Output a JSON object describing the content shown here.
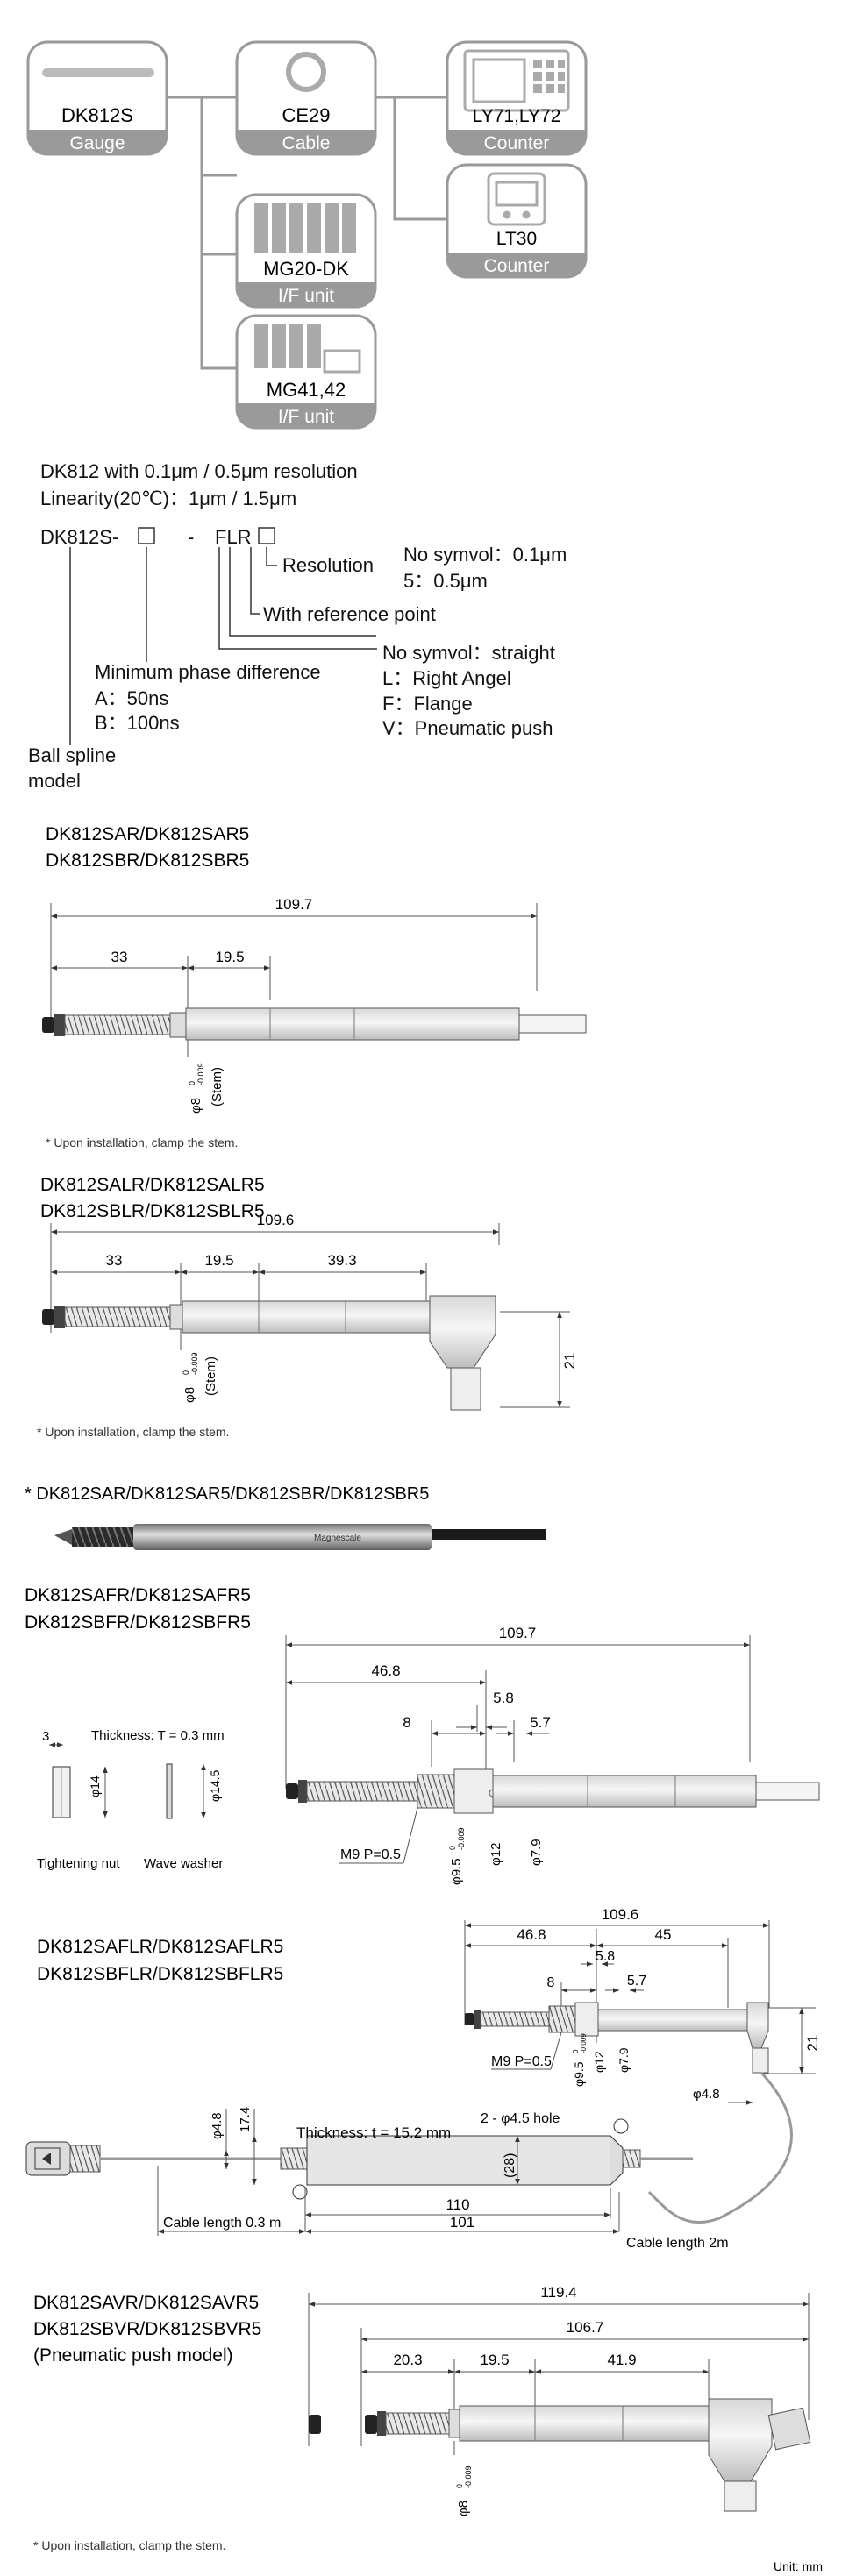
{
  "system": {
    "gauge": {
      "name": "DK812S",
      "type": "Gauge"
    },
    "cable": {
      "name": "CE29",
      "type": "Cable"
    },
    "counter1": {
      "name": "LY71,LY72",
      "type": "Counter"
    },
    "counter2": {
      "name": "LT30",
      "type": "Counter"
    },
    "iface1": {
      "name": "MG20-DK",
      "type": "I/F unit"
    },
    "iface2": {
      "name": "MG41,42",
      "type": "I/F unit"
    }
  },
  "model_code": {
    "line1": "DK812 with 0.1μm / 0.5μm  resolution",
    "line2": "Linearity(20℃)：1μm / 1.5μm",
    "code_prefix": "DK812S-",
    "code_dash": "-",
    "code_flr": "FLR",
    "resolution_label": "Resolution",
    "resolution_opt1": "No symvol：0.1μm",
    "resolution_opt2": "5：0.5μm",
    "reference_point": "With reference point",
    "shape_opt1": "No symvol：straight",
    "shape_opt2": "L：Right Angel",
    "shape_opt3": "F：Flange",
    "shape_opt4": "V：Pneumatic push",
    "phase_label": "Minimum phase difference",
    "phase_opt1": "A：50ns",
    "phase_opt2": "B：100ns",
    "spline_label1": "Ball spline",
    "spline_label2": "model"
  },
  "section1": {
    "title1": "DK812SAR/DK812SAR5",
    "title2": "DK812SBR/DK812SBR5",
    "dim_total": "109.7",
    "dim_a": "33",
    "dim_b": "19.5",
    "stem_label": "φ8",
    "stem_tol_top": "0",
    "stem_tol_bot": "-0.009",
    "stem_note": "(Stem)",
    "note": "* Upon installation, clamp the stem."
  },
  "section2": {
    "title1": "DK812SALR/DK812SALR5",
    "title2": "DK812SBLR/DK812SBLR5",
    "dim_total": "109.6",
    "dim_a": "33",
    "dim_b": "19.5",
    "dim_c": "39.3",
    "dim_h": "21",
    "stem_label": "φ8",
    "stem_tol_top": "0",
    "stem_tol_bot": "-0.009",
    "stem_note": "(Stem)",
    "note": "* Upon installation, clamp the stem."
  },
  "photo": {
    "caption": "* DK812SAR/DK812SAR5/DK812SBR/DK812SBR5",
    "brand": "Magnescale"
  },
  "section3": {
    "title1": "DK812SAFR/DK812SAFR5",
    "title2": "DK812SBFR/DK812SBFR5",
    "nut_dim": "3",
    "nut_h": "φ14",
    "nut_label": "Tightening nut",
    "washer_thickness": "Thickness: T = 0.3 mm",
    "washer_h": "φ14.5",
    "washer_label": "Wave washer",
    "dim_total": "109.7",
    "dim_a": "46.8",
    "dim_b": "5.8",
    "dim_c": "8",
    "dim_d": "5.7",
    "thread": "M9 P=0.5",
    "d1": "φ9.5",
    "d1_tol_top": "0",
    "d1_tol_bot": "-0.009",
    "d2": "φ12",
    "d3": "φ7.9"
  },
  "section4": {
    "title1": "DK812SAFLR/DK812SAFLR5",
    "title2": "DK812SBFLR/DK812SBFLR5",
    "dim_total": "109.6",
    "dim_a": "46.8",
    "dim_b": "45",
    "dim_c": "5.8",
    "dim_d": "8",
    "dim_e": "5.7",
    "thread": "M9 P=0.5",
    "d1": "φ9.5",
    "d1_tol_top": "0",
    "d1_tol_bot": "-0.009",
    "d2": "φ12",
    "d3": "φ7.9",
    "dim_h": "21",
    "d4": "φ4.8",
    "box_d": "φ4.8",
    "box_h": "17.4",
    "thickness": "Thickness: t = 15.2 mm",
    "hole": "2 - φ4.5 hole",
    "box_height": "(28)",
    "box_w1": "110",
    "box_w2": "101",
    "cable1": "Cable length 0.3 m",
    "cable2": "Cable length 2m"
  },
  "section5": {
    "title1": "DK812SAVR/DK812SAVR5",
    "title2": "DK812SBVR/DK812SBVR5",
    "title3": "(Pneumatic push model)",
    "dim_total": "119.4",
    "dim_b": "106.7",
    "dim_c": "20.3",
    "dim_d": "19.5",
    "dim_e": "41.9",
    "stem_label": "φ8",
    "stem_tol_top": "0",
    "stem_tol_bot": "-0.009",
    "note": "* Upon installation, clamp the stem."
  },
  "unit": "Unit: mm",
  "colors": {
    "box_border": "#9a9a9a",
    "label_bg": "#9a9a9a",
    "body": "#e6e6e6",
    "line": "#444444"
  }
}
